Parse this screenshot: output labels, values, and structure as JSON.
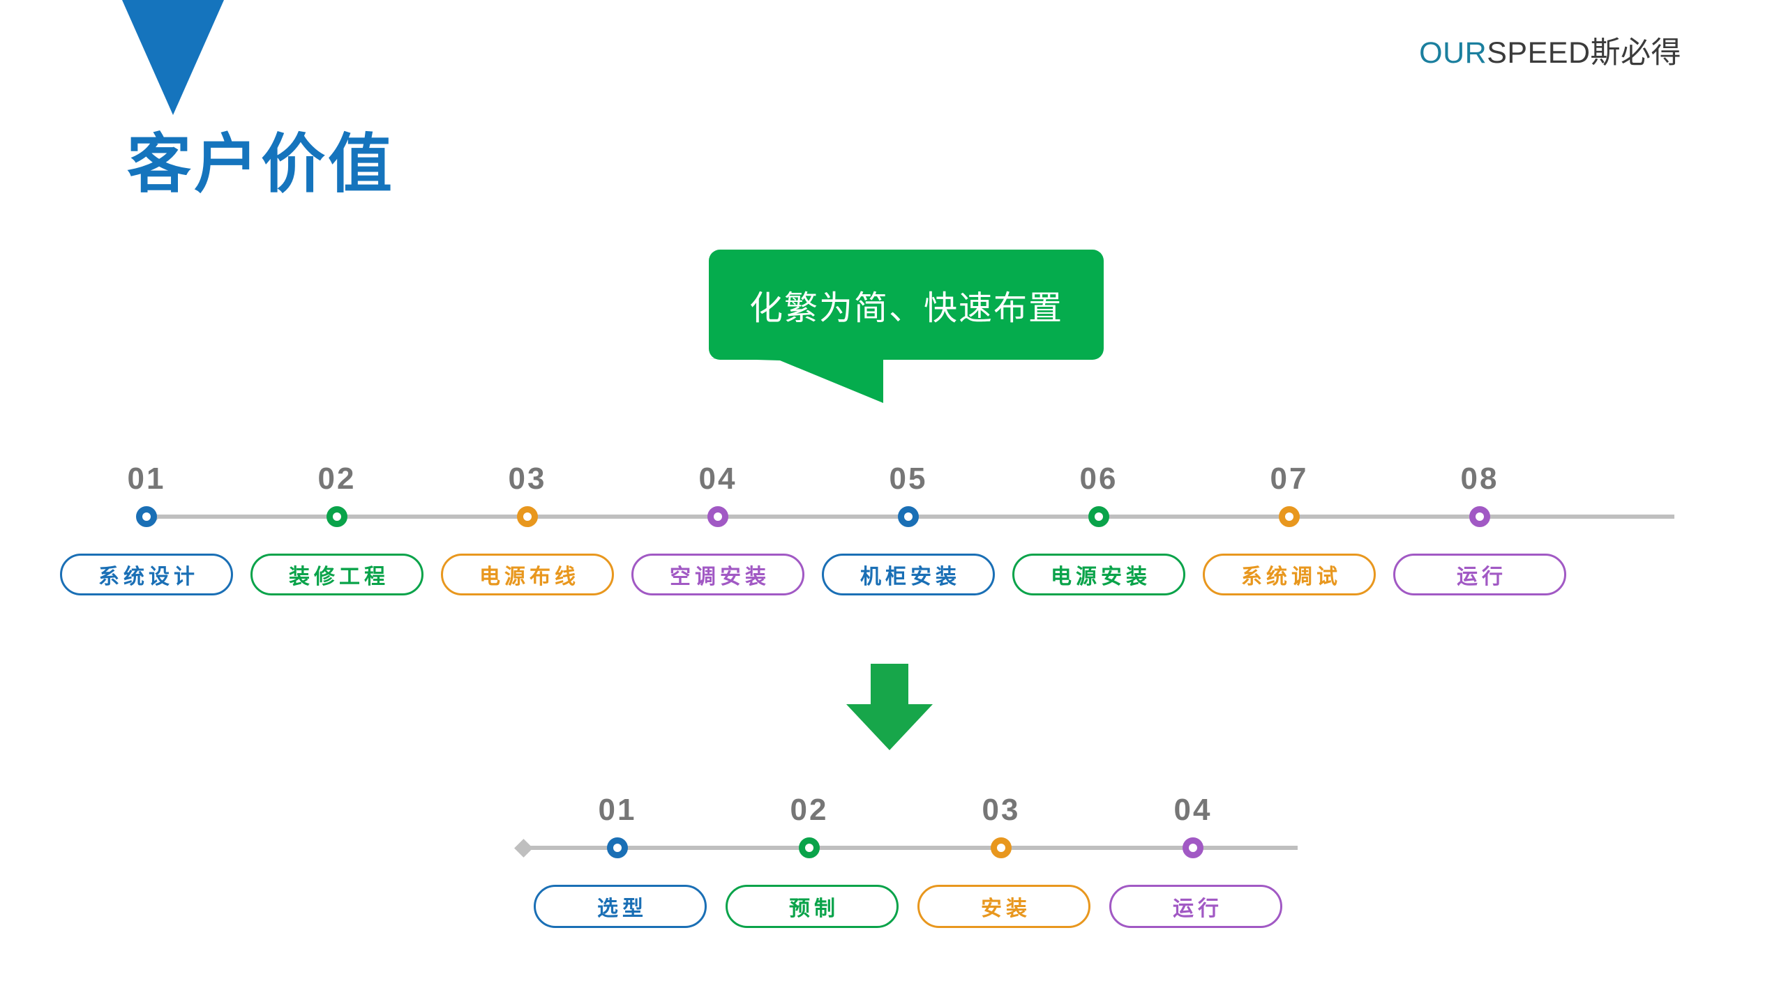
{
  "slide": {
    "title": "客户价值",
    "accent_blue": "#1574bd",
    "background": "#ffffff"
  },
  "logo": {
    "prefix": "OUR",
    "prefix_color": "#1b7f9e",
    "word": "SPEED",
    "cn": "斯必得",
    "text_color": "#3b3b3b"
  },
  "callout": {
    "text": "化繁为简、快速布置",
    "fill": "#05ac4d",
    "text_color": "#ffffff"
  },
  "arrow": {
    "name": "down-arrow",
    "color": "#17a64a"
  },
  "palette": {
    "blue": "#1a6fb5",
    "green": "#0aa34a",
    "orange": "#e8971e",
    "purple": "#a159c4",
    "axis_gray": "#bfbfbf",
    "number_gray": "#767676"
  },
  "timeline_top": {
    "name": "traditional-process-timeline",
    "steps": [
      {
        "number": "01",
        "label": "系统设计",
        "color": "#1a6fb5"
      },
      {
        "number": "02",
        "label": "装修工程",
        "color": "#0aa34a"
      },
      {
        "number": "03",
        "label": "电源布线",
        "color": "#e8971e"
      },
      {
        "number": "04",
        "label": "空调安装",
        "color": "#a159c4"
      },
      {
        "number": "05",
        "label": "机柜安装",
        "color": "#1a6fb5"
      },
      {
        "number": "06",
        "label": "电源安装",
        "color": "#0aa34a"
      },
      {
        "number": "07",
        "label": "系统调试",
        "color": "#e8971e"
      },
      {
        "number": "08",
        "label": "运行",
        "color": "#a159c4"
      }
    ]
  },
  "timeline_bottom": {
    "name": "simplified-process-timeline",
    "steps": [
      {
        "number": "01",
        "label": "选型",
        "color": "#1a6fb5"
      },
      {
        "number": "02",
        "label": "预制",
        "color": "#0aa34a"
      },
      {
        "number": "03",
        "label": "安装",
        "color": "#e8971e"
      },
      {
        "number": "04",
        "label": "运行",
        "color": "#a159c4"
      }
    ]
  }
}
